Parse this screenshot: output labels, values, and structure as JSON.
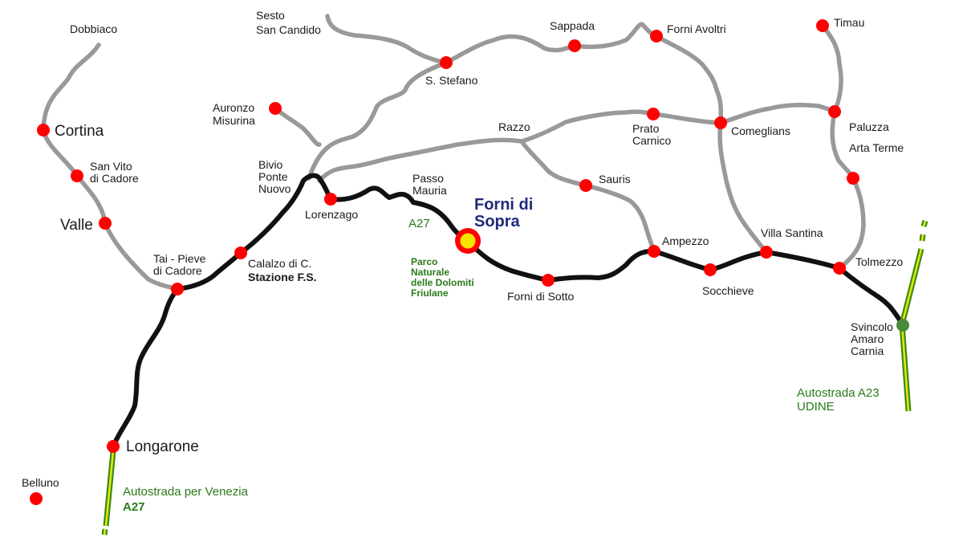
{
  "colors": {
    "town_dot": "#ff0000",
    "main_route": "#111111",
    "secondary_road": "#999999",
    "highway": "#3a8c1e",
    "highway_center": "#e8e800",
    "highlight_text": "#1f2a78",
    "green_text": "#2a7a1a"
  },
  "places": {
    "dobbiaco": "Dobbiaco",
    "sesto_line1": "Sesto",
    "sesto_line2": "San Candido",
    "sappada": "Sappada",
    "forni_avoltri": "Forni Avoltri",
    "timau": "Timau",
    "s_stefano": "S. Stefano",
    "auronzo_line1": "Auronzo",
    "auronzo_line2": "Misurina",
    "cortina": "Cortina",
    "razzo": "Razzo",
    "prato_line1": "Prato",
    "prato_line2": "Carnico",
    "comeglians": "Comeglians",
    "paluzza": "Paluzza",
    "arta_terme": "Arta Terme",
    "san_vito_line1": "San Vito",
    "san_vito_line2": "di Cadore",
    "bivio_line1": "Bivio",
    "bivio_line2": "Ponte",
    "bivio_line3": "Nuovo",
    "passo_line1": "Passo",
    "passo_line2": "Mauria",
    "sauris": "Sauris",
    "lorenzago": "Lorenzago",
    "valle": "Valle",
    "forni_sopra_line1": "Forni di",
    "forni_sopra_line2": "Sopra",
    "a27_small": "A27",
    "tai_line1": "Tai - Pieve",
    "tai_line2": "di Cadore",
    "calalzo_line1": "Calalzo di C.",
    "calalzo_line2": "Stazione F.S.",
    "ampezzo": "Ampezzo",
    "villa_santina": "Villa Santina",
    "tolmezzo": "Tolmezzo",
    "park_line1": "Parco",
    "park_line2": "Naturale",
    "park_line3": "delle Dolomiti",
    "park_line4": "Friulane",
    "forni_sotto": "Forni di Sotto",
    "socchieve": "Socchieve",
    "svincolo_line1": "Svincolo",
    "svincolo_line2": "Amaro",
    "svincolo_line3": "Carnia",
    "a23_line1": "Autostrada A23",
    "a23_line2": "UDINE",
    "longarone": "Longarone",
    "belluno": "Belluno",
    "venezia_line1": "Autostrada per Venezia",
    "venezia_line2": "A27"
  }
}
